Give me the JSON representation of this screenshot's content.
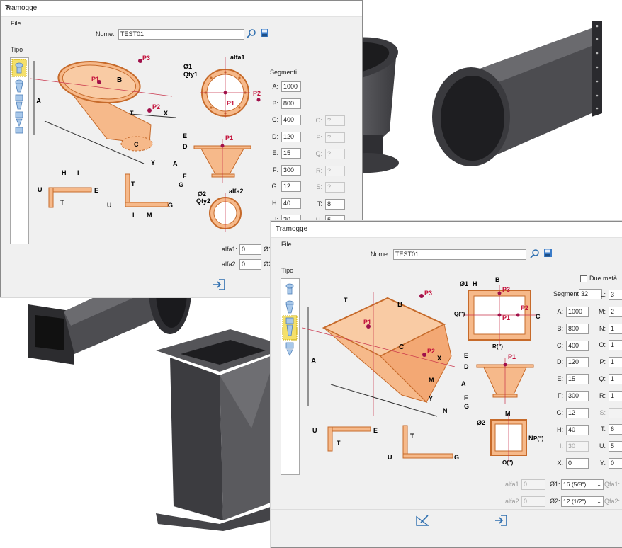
{
  "dialog1": {
    "title": "Tramogge",
    "menu": "File",
    "name_label": "Nome:",
    "name_value": "TEST01",
    "tipo_label": "Tipo",
    "segments_label": "Segmenti",
    "fields": [
      {
        "label": "A:",
        "value": "1000"
      },
      {
        "label": "B:",
        "value": "800"
      },
      {
        "label": "C:",
        "value": "400"
      },
      {
        "label": "D:",
        "value": "120"
      },
      {
        "label": "E:",
        "value": "15"
      },
      {
        "label": "F:",
        "value": "300"
      },
      {
        "label": "G:",
        "value": "12"
      },
      {
        "label": "H:",
        "value": "40"
      },
      {
        "label": "I:",
        "value": "30"
      }
    ],
    "fields_right": [
      {
        "label": "O:",
        "value": "?",
        "disabled": true
      },
      {
        "label": "P:",
        "value": "?",
        "disabled": true
      },
      {
        "label": "Q:",
        "value": "?",
        "disabled": true
      },
      {
        "label": "R:",
        "value": "?",
        "disabled": true
      },
      {
        "label": "S:",
        "value": "?",
        "disabled": true
      },
      {
        "label": "T:",
        "value": "8"
      },
      {
        "label": "U:",
        "value": "5"
      }
    ],
    "alfa1_label": "alfa1:",
    "alfa1_value": "0",
    "alfa2_label": "alfa2:",
    "alfa2_value": "0",
    "phi1_label": "Ø1",
    "phi2_label": "Ø2"
  },
  "dialog2": {
    "title": "Tramogge",
    "menu": "File",
    "name_label": "Nome:",
    "name_value": "TEST01",
    "tipo_label": "Tipo",
    "due_meta_label": "Due metà",
    "segments_label": "Segmenti:",
    "segments_value": "32",
    "fields": [
      {
        "label": "A:",
        "value": "1000"
      },
      {
        "label": "B:",
        "value": "800"
      },
      {
        "label": "C:",
        "value": "400"
      },
      {
        "label": "D:",
        "value": "120"
      },
      {
        "label": "E:",
        "value": "15"
      },
      {
        "label": "F:",
        "value": "300"
      },
      {
        "label": "G:",
        "value": "12"
      },
      {
        "label": "H:",
        "value": "40"
      },
      {
        "label": "I:",
        "value": "30",
        "disabled": true
      },
      {
        "label": "X:",
        "value": "0"
      }
    ],
    "fields_right": [
      {
        "label": "L:",
        "value": "3"
      },
      {
        "label": "M:",
        "value": "2"
      },
      {
        "label": "N:",
        "value": "1"
      },
      {
        "label": "O:",
        "value": "1"
      },
      {
        "label": "P:",
        "value": "1"
      },
      {
        "label": "Q:",
        "value": "1"
      },
      {
        "label": "R:",
        "value": "1"
      },
      {
        "label": "S:",
        "value": "",
        "disabled": true
      },
      {
        "label": "T:",
        "value": "6"
      },
      {
        "label": "U:",
        "value": "5"
      },
      {
        "label": "Y:",
        "value": "0"
      }
    ],
    "alfa1_label": "alfa1",
    "alfa1_value": "0",
    "alfa2_label": "alfa2",
    "alfa2_value": "0",
    "phi1_label": "Ø1:",
    "phi1_value": "16 (5/8\")",
    "phi2_label": "Ø2:",
    "phi2_value": "12 (1/2\")",
    "qfa1_label": "Qfa1:",
    "qfa2_label": "Qfa2:"
  },
  "drawing_labels": {
    "p1": "P1",
    "p2": "P2",
    "p3": "P3",
    "a": "A",
    "b": "B",
    "c": "C",
    "d": "D",
    "e": "E",
    "f": "F",
    "g": "G",
    "h": "H",
    "i": "I",
    "l": "L",
    "m": "M",
    "n": "N",
    "o": "O(\")",
    "p": "P(\")",
    "q": "Q(\")",
    "r": "R(\")",
    "t": "T",
    "u": "U",
    "x": "X",
    "y": "Y",
    "alfa1": "alfa1",
    "alfa2": "alfa2",
    "phi1": "Ø1",
    "phi2": "Ø2",
    "qty1": "Qty1",
    "qty2": "Qty2"
  },
  "colors": {
    "part_fill": "#f6b98a",
    "part_stroke": "#c66a2a",
    "marker": "#a0104a",
    "dialog_bg": "#f0f0f0",
    "render_gray": "#4a4a4e"
  }
}
